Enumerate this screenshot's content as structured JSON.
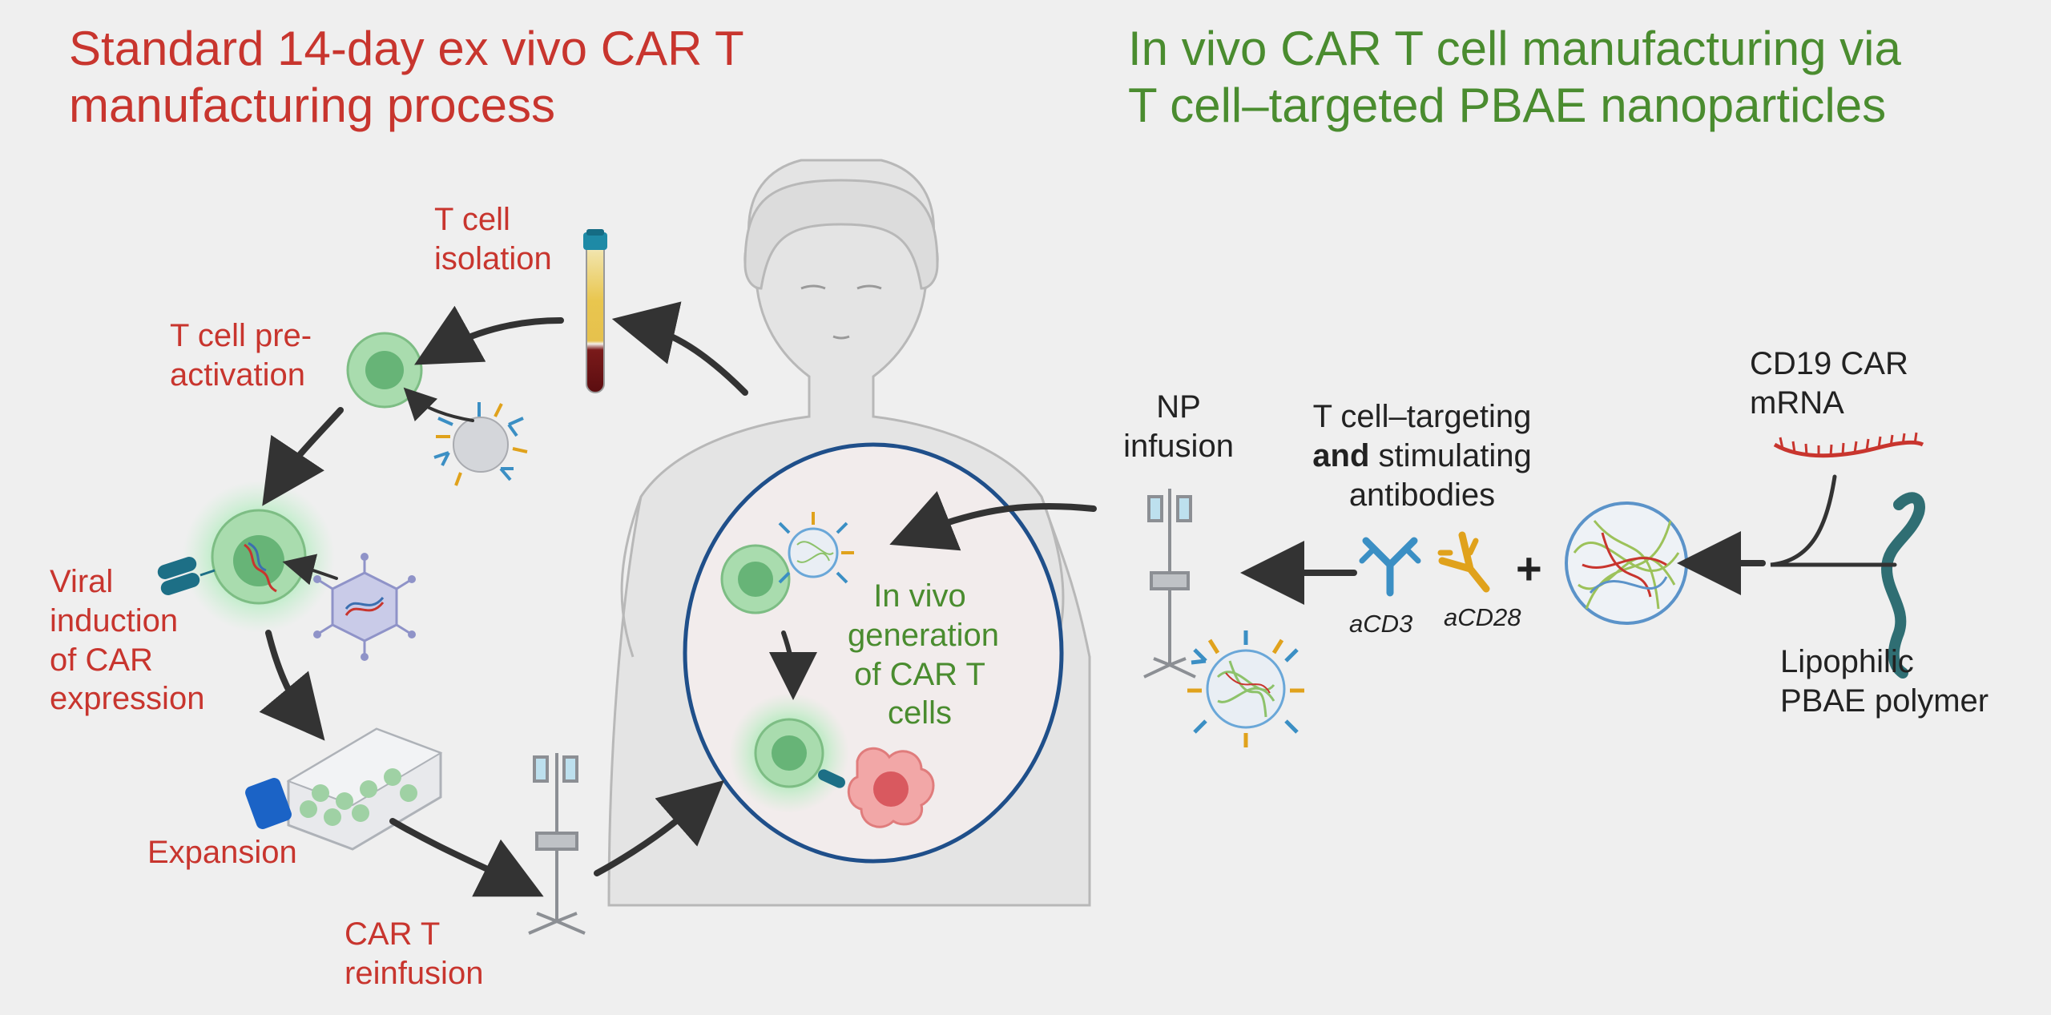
{
  "titles": {
    "left_line1": "Standard 14-day ex vivo CAR T",
    "left_line2": "manufacturing process",
    "right_line1": "In vivo CAR T cell manufacturing via",
    "right_line2": "T cell–targeted PBAE nanoparticles"
  },
  "steps": {
    "isolation_l1": "T cell",
    "isolation_l2": "isolation",
    "preactivation_l1": "T cell pre-",
    "preactivation_l2": "activation",
    "viral_l1": "Viral",
    "viral_l2": "induction",
    "viral_l3": "of CAR",
    "viral_l4": "expression",
    "expansion": "Expansion",
    "reinfusion_l1": "CAR T",
    "reinfusion_l2": "reinfusion"
  },
  "invivo": {
    "l1": "In vivo",
    "l2": "generation",
    "l3": "of CAR T",
    "l4": "cells"
  },
  "right": {
    "np_l1": "NP",
    "np_l2": "infusion",
    "antibodies_l1": "T cell–targeting",
    "antibodies_bold": "and",
    "antibodies_l2_rest": " stimulating",
    "antibodies_l3": "antibodies",
    "acd3": "aCD3",
    "acd28": "aCD28",
    "plus": "+",
    "mrna_l1": "CD19 CAR",
    "mrna_l2": "mRNA",
    "polymer_l1": "Lipophilic",
    "polymer_l2": "PBAE polymer"
  },
  "colors": {
    "ex_vivo_red": "#c8352e",
    "in_vivo_green": "#4a8c2f",
    "oval_blue": "#1f4f8a",
    "cell_green": "#7fbf8a",
    "antibody_blue": "#3b8fc4",
    "antibody_gold": "#e0a21c"
  }
}
